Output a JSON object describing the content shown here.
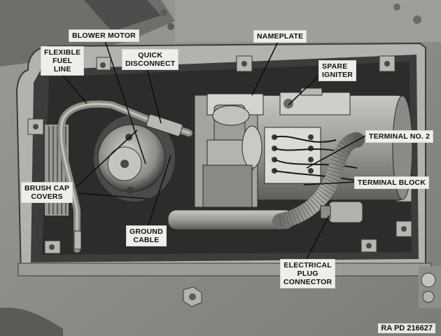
{
  "labels": {
    "blower_motor": [
      "BLOWER MOTOR"
    ],
    "nameplate": [
      "NAMEPLATE"
    ],
    "flexible_fuel_line": [
      "FLEXIBLE",
      "FUEL",
      "LINE"
    ],
    "quick_disconnect": [
      "QUICK",
      "DISCONNECT"
    ],
    "spare_igniter": [
      "SPARE",
      "IGNITER"
    ],
    "terminal_no_2": [
      "TERMINAL NO. 2"
    ],
    "terminal_block": [
      "TERMINAL BLOCK"
    ],
    "brush_cap_covers": [
      "BRUSH CAP",
      "COVERS"
    ],
    "ground_cable": [
      "GROUND",
      "CABLE"
    ],
    "electrical_plug_connector": [
      "ELECTRICAL",
      "PLUG",
      "CONNECTOR"
    ]
  },
  "figure_id": "RA PD 216627",
  "colors": {
    "panel_light": "#a8a8a4",
    "panel_dark": "#5a5a58",
    "label_bg": "#eeeeea",
    "line": "#111111"
  }
}
